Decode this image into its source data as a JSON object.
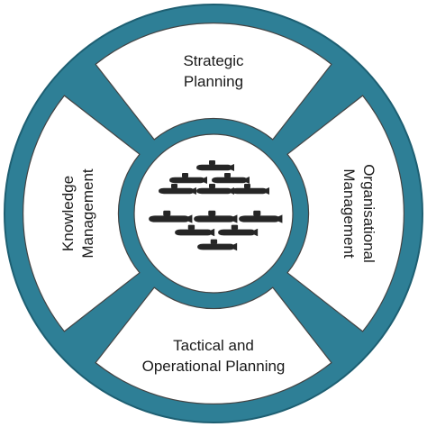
{
  "diagram": {
    "colors": {
      "ring": "#2e7f96",
      "ring_edge": "#1e5f72",
      "segment_fill": "#ffffff",
      "segment_stroke": "#444444",
      "center_fill": "#ffffff",
      "submarine": "#262626"
    },
    "segments": {
      "top": {
        "line1": "Strategic",
        "line2": "Planning"
      },
      "right": {
        "line1": "Organisational",
        "line2": "Management"
      },
      "bottom": {
        "line1": "Tactical and",
        "line2": "Operational Planning"
      },
      "left": {
        "line1": "Knowledge",
        "line2": "Management"
      }
    },
    "center": {
      "icon": "submarine-fleet-icon",
      "submarine_count": 12
    }
  }
}
